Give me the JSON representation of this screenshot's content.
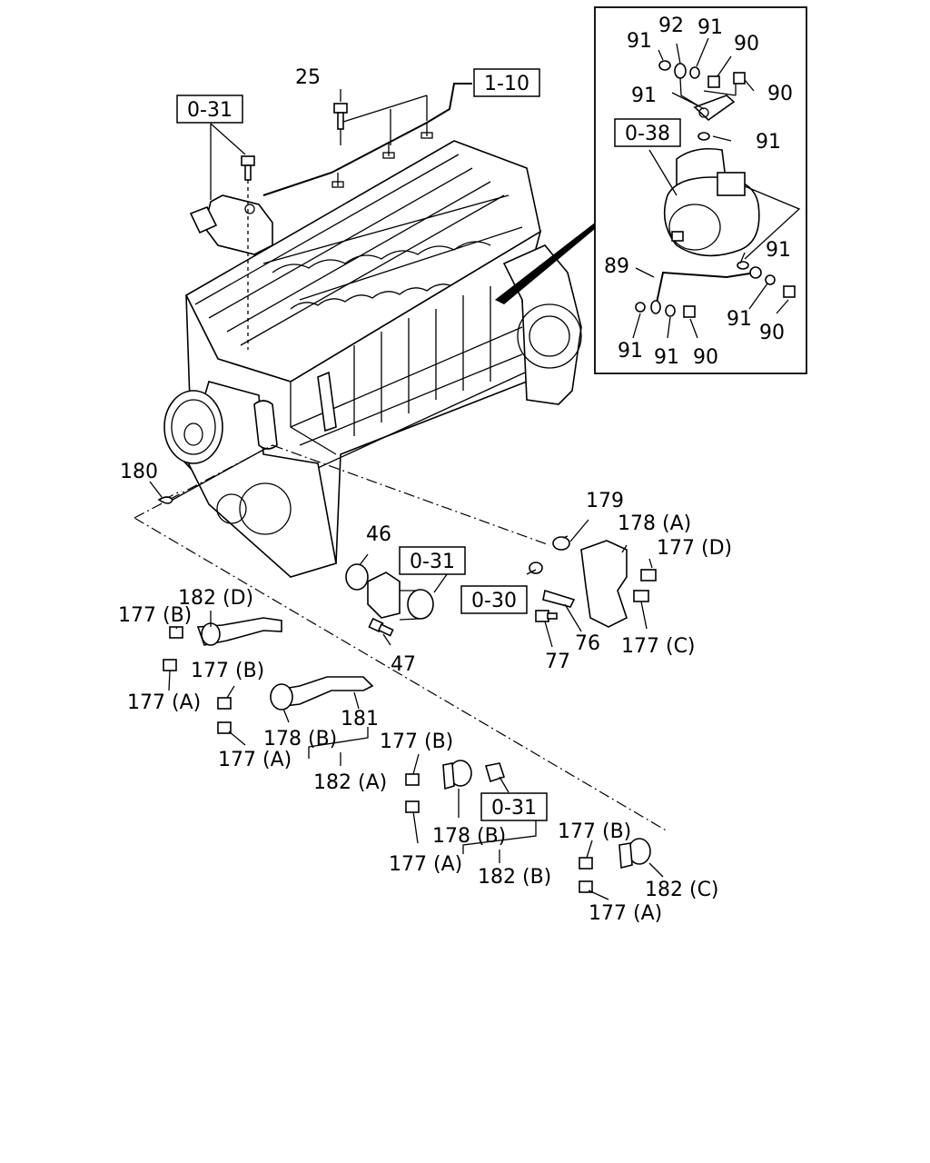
{
  "refs": {
    "r031a": "0-31",
    "r110": "1-10",
    "r038": "0-38",
    "r031b": "0-31",
    "r030": "0-30",
    "r031c": "0-31"
  },
  "labels": {
    "l25": "25",
    "l92": "92",
    "l91a": "91",
    "l91b": "91",
    "l90a": "90",
    "l90b": "90",
    "l91c": "91",
    "l91d": "91",
    "l91e": "91",
    "l89": "89",
    "l91f": "91",
    "l90c": "90",
    "l91g": "91",
    "l91h": "91",
    "l90d": "90",
    "l180": "180",
    "l179": "179",
    "l178A": "178 (A)",
    "l177D": "177 (D)",
    "l46": "46",
    "l182D": "182 (D)",
    "l177B1": "177 (B)",
    "l177A1": "177 (A)",
    "l177B2": "177 (B)",
    "l181": "181",
    "l178B1": "178 (B)",
    "l177A2": "177 (A)",
    "l182A": "182 (A)",
    "l47": "47",
    "l77": "77",
    "l76": "76",
    "l177C": "177 (C)",
    "l177B3": "177 (B)",
    "l178B2": "178 (B)",
    "l177A3": "177 (A)",
    "l182B": "182 (B)",
    "l177B4": "177 (B)",
    "l182C": "182 (C)",
    "l177A4": "177 (A)"
  }
}
